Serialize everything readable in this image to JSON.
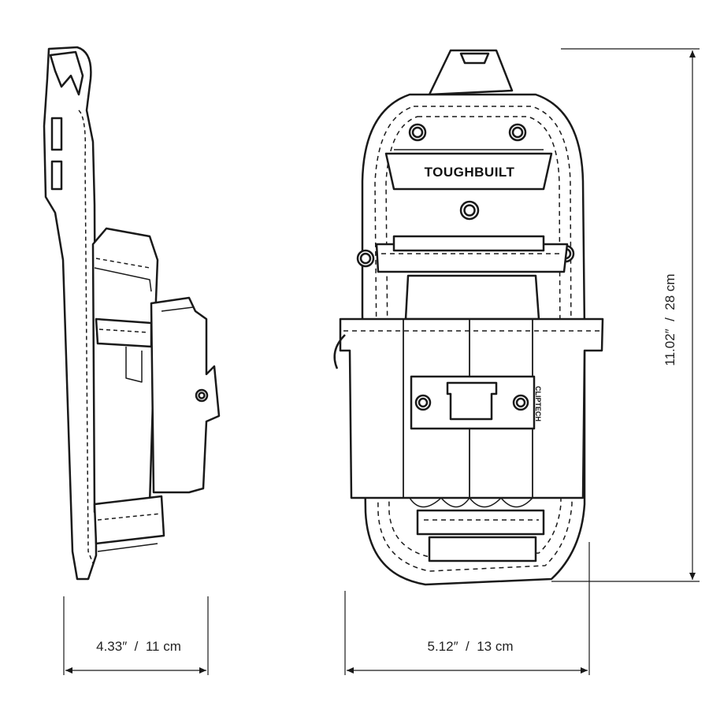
{
  "brand": {
    "logo_text": "TOUGHBUILT",
    "clip_text": "CLIPTECH"
  },
  "dimensions": {
    "depth": "4.33″  /  11 cm",
    "width": "5.12″  /  13 cm",
    "height": "11.02″  /  28 cm"
  },
  "colors": {
    "line": "#1a1a1a",
    "background": "#ffffff"
  }
}
